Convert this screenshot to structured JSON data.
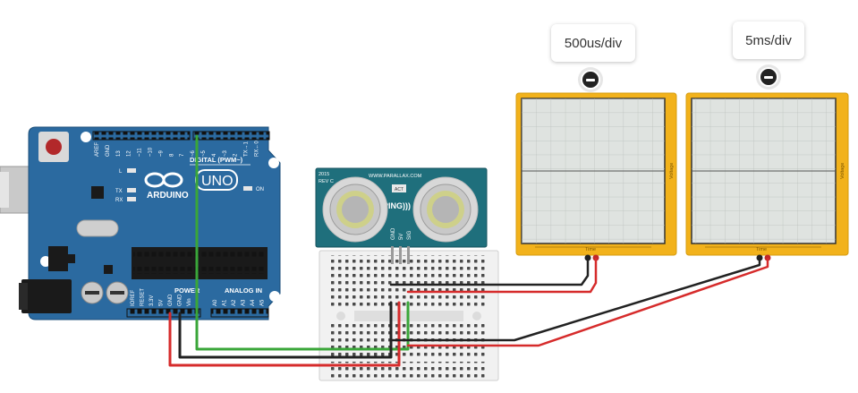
{
  "arduino": {
    "brand": "ARDUINO",
    "model": "UNO",
    "digital_label": "DIGITAL (PWM~)",
    "power_label": "POWER",
    "analog_label": "ANALOG IN",
    "on_label": "ON",
    "l_label": "L",
    "tx_label": "TX",
    "rx_label": "RX",
    "digital_pins": [
      "AREF",
      "GND",
      "13",
      "12",
      "~11",
      "~10",
      "~9",
      "8",
      "7",
      "~6",
      "~5",
      "4",
      "~3",
      "2",
      "TX→1",
      "RX←0"
    ],
    "power_pins": [
      "IOREF",
      "RESET",
      "3.3V",
      "5V",
      "GND",
      "GND",
      "Vin"
    ],
    "analog_pins": [
      "A0",
      "A1",
      "A2",
      "A3",
      "A4",
      "A5"
    ]
  },
  "sensor": {
    "year": "2015",
    "rev": "REV C",
    "vendor": "WWW.PARALLAX.COM",
    "name": "PING)))",
    "act": "ACT",
    "pins": [
      "GND",
      "5V",
      "SIG"
    ]
  },
  "oscilloscopes": [
    {
      "timebase": "500us/div",
      "axis_label": "Voltage",
      "time_label": "Time"
    },
    {
      "timebase": "5ms/div",
      "axis_label": "Voltage",
      "time_label": "Time"
    }
  ],
  "colors": {
    "board": "#2b6aa0",
    "sensor": "#1f6f7c",
    "scope_frame": "#f2b21b",
    "screen": "#dfe3e0",
    "wire_green": "#3aa639",
    "wire_red": "#d62b2b",
    "wire_black": "#222222"
  },
  "icons": [
    "zoom-out-icon",
    "zoom-out-icon"
  ]
}
